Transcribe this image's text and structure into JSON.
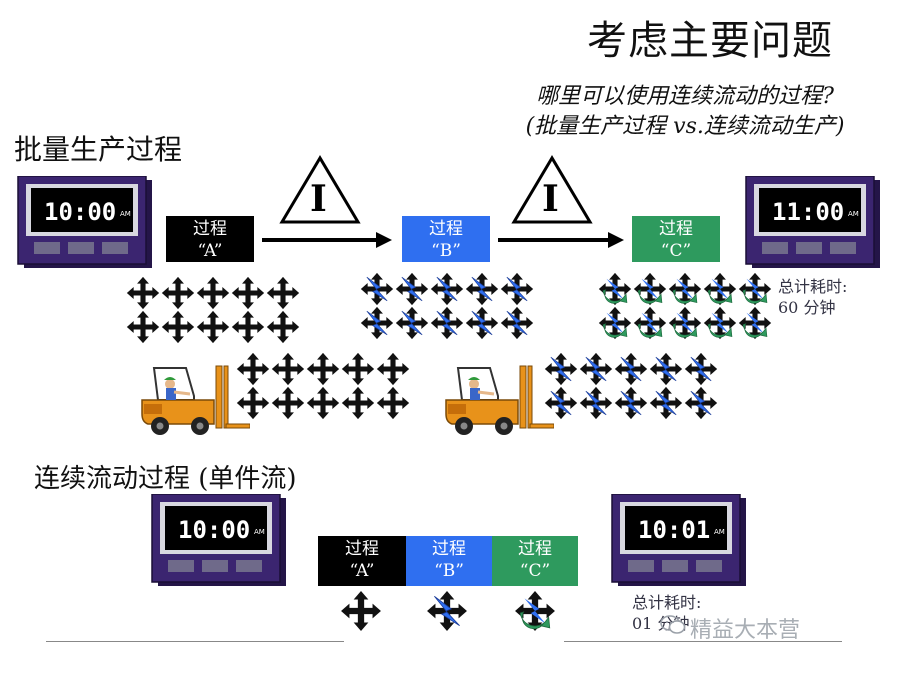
{
  "title": "考虑主要问题",
  "question": {
    "line1": "哪里可以使用连续流动的过程?",
    "line2": "(批量生产过程 vs.连续流动生产)"
  },
  "batch": {
    "label": "批量生产过程",
    "clock_start": "10:00",
    "clock_end": "11:00",
    "clock_ampm": "AM",
    "inventory_symbol": "I",
    "processes": [
      {
        "name": "过程",
        "id": "“A”",
        "color": "#000000"
      },
      {
        "name": "过程",
        "id": "“B”",
        "color": "#2f6ff0"
      },
      {
        "name": "过程",
        "id": "“C”",
        "color": "#2e9a5e"
      }
    ],
    "total_label": "总计耗时:",
    "total_value": "60 分钟"
  },
  "flow": {
    "label": "连续流动过程 (单件流)",
    "clock_start": "10:00",
    "clock_end": "10:01",
    "clock_ampm": "AM",
    "processes": [
      {
        "name": "过程",
        "id": "“A”",
        "color": "#000000"
      },
      {
        "name": "过程",
        "id": "“B”",
        "color": "#2f6ff0"
      },
      {
        "name": "过程",
        "id": "“C”",
        "color": "#2e9a5e"
      }
    ],
    "total_label": "总计耗时:",
    "total_value": "01 分钟"
  },
  "colors": {
    "clock_body": "#3b2570",
    "clock_screen": "#000000",
    "forklift": "#e8921a",
    "process_b": "#2f6ff0",
    "process_c": "#2e9a5e"
  },
  "icons": {
    "part_a": "four-way-arrow-icon",
    "part_b": "lightning-bolt-icon",
    "part_c": "curved-arrow-icon"
  },
  "watermark": "精益大本营"
}
